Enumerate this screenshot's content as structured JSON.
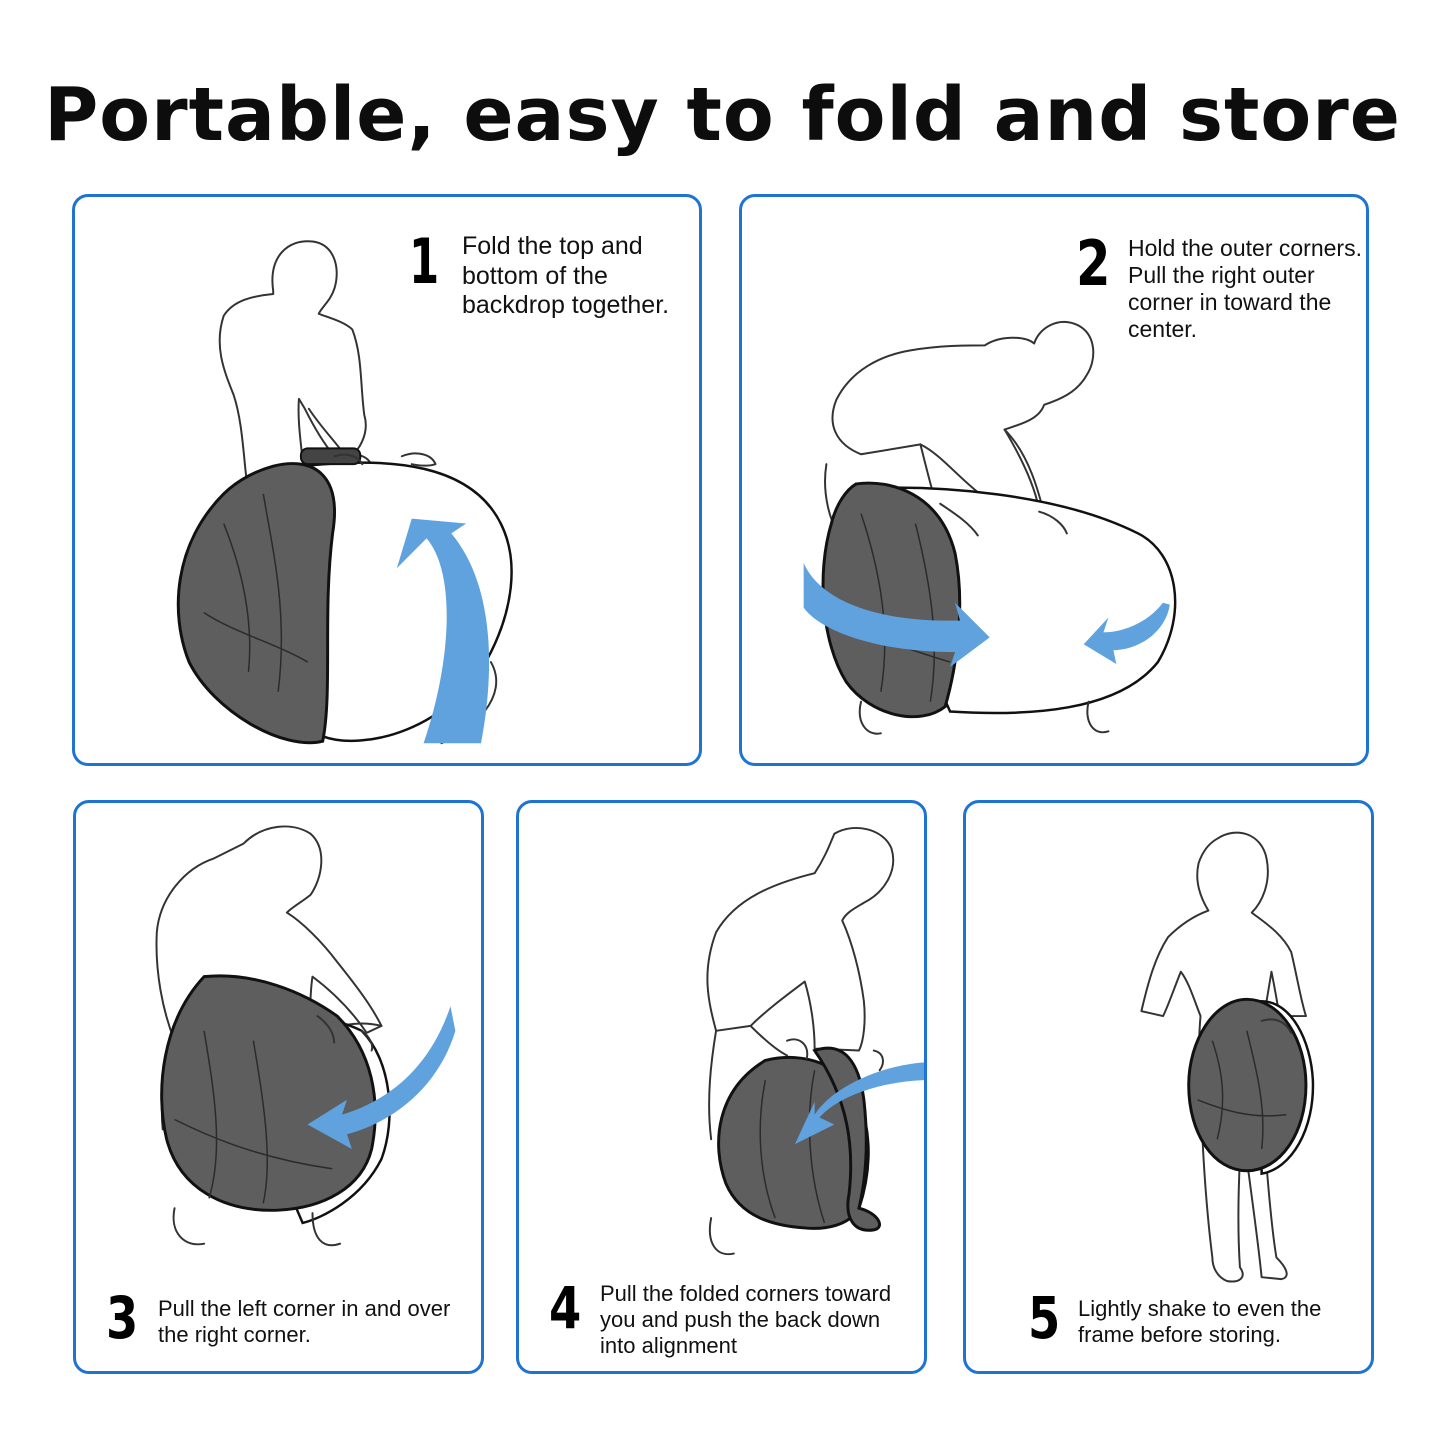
{
  "title": "Portable, easy to fold and store",
  "colors": {
    "frame": "#1f73d1",
    "arrow": "#5fa2de",
    "fabric": "#5e5e5e"
  },
  "steps": [
    {
      "number": "1",
      "text": "Fold the top and bottom of the backdrop together."
    },
    {
      "number": "2",
      "text": "Hold the outer corners. Pull the right outer corner in toward the center."
    },
    {
      "number": "3",
      "text": "Pull the left corner in and over the right corner."
    },
    {
      "number": "4",
      "text": "Pull the folded corners toward you and push the back down into alignment"
    },
    {
      "number": "5",
      "text": "Lightly shake to even the frame before storing."
    }
  ]
}
